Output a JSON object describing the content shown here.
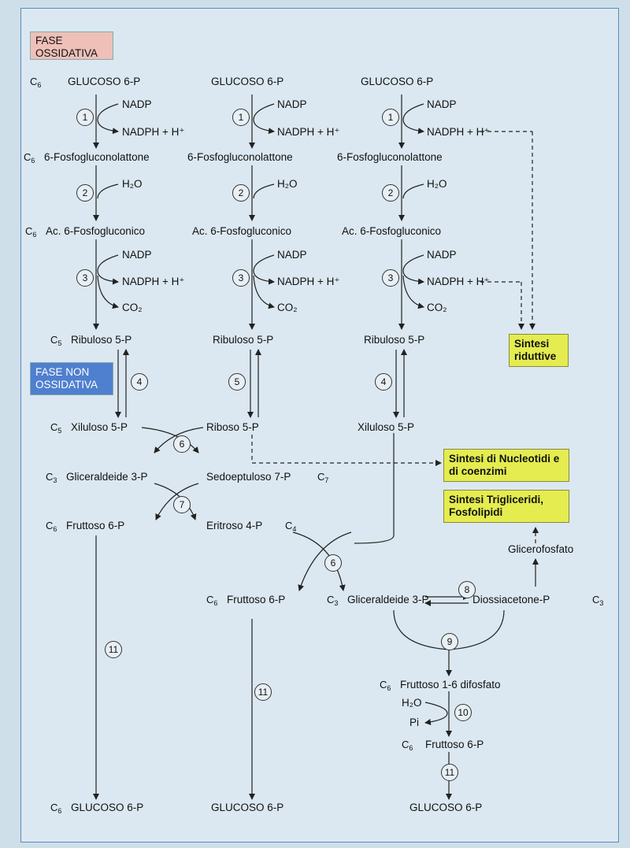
{
  "phases": {
    "oxidative": "FASE OSSIDATIVA",
    "non_oxidative": "FASE NON OSSIDATIVA"
  },
  "carbon_labels": {
    "c6": "C6",
    "c5": "C5",
    "c3": "C3",
    "c7": "C7",
    "c4": "C4"
  },
  "metabolites": {
    "glucose6p": "GLUCOSO 6-P",
    "gluconolactone": "6-Fosfogluconolattone",
    "phosphogluconate": "Ac. 6-Fosfogluconico",
    "ribulose5p": "Ribuloso 5-P",
    "xylulose5p": "Xiluloso 5-P",
    "ribose5p": "Riboso 5-P",
    "glyceraldehyde3p": "Gliceraldeide 3-P",
    "sedoheptulose7p": "Sedoeptuloso 7-P",
    "fructose6p": "Fruttoso 6-P",
    "erythrose4p": "Eritroso 4-P",
    "dihydroxyacetonep": "Diossiacetone-P",
    "fructose16bp": "Fruttoso 1-6 difosfato",
    "glycerophosphate": "Glicerofosfato"
  },
  "cofactors": {
    "nadp": "NADP",
    "nadph": "NADPH + H⁺",
    "h2o": "H₂O",
    "co2": "CO₂",
    "pi": "Pi"
  },
  "targets": {
    "reductive": "Sintesi riduttive",
    "nucleotides": "Sintesi di Nucleotidi e di coenzimi",
    "triglycerides": "Sintesi Trigliceridi, Fosfolipidi"
  },
  "steps": [
    "1",
    "2",
    "3",
    "4",
    "5",
    "6",
    "7",
    "8",
    "9",
    "10",
    "11"
  ]
}
